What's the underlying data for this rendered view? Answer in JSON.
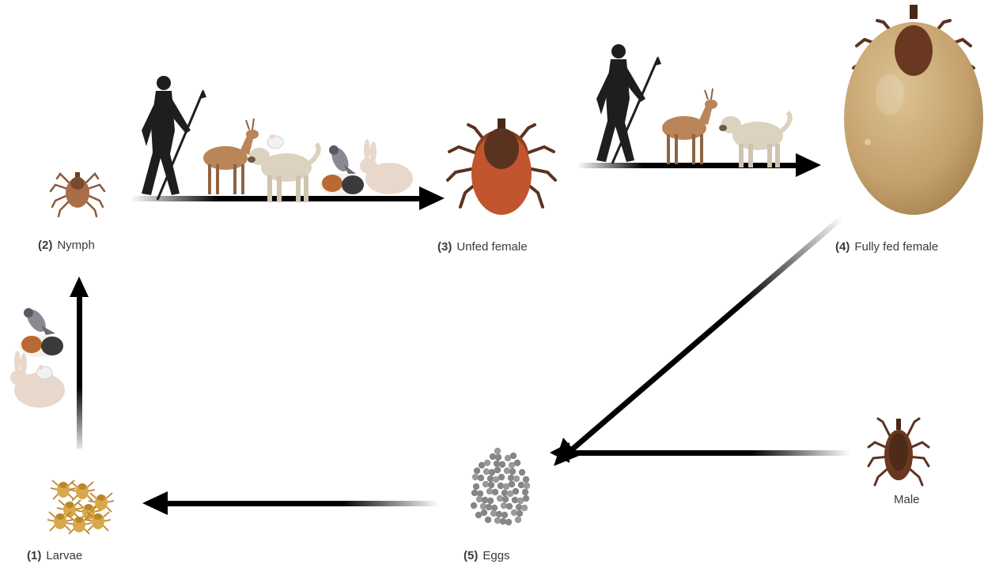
{
  "stages": [
    {
      "id": "larvae",
      "num": "(1)",
      "name": "Larvae"
    },
    {
      "id": "nymph",
      "num": "(2)",
      "name": "Nymph"
    },
    {
      "id": "unfed-female",
      "num": "(3)",
      "name": "Unfed female"
    },
    {
      "id": "fully-fed-female",
      "num": "(4)",
      "name": "Fully fed female"
    },
    {
      "id": "eggs",
      "num": "(5)",
      "name": "Eggs"
    }
  ],
  "male_label": "Male",
  "colors": {
    "arrow": "#000000",
    "tick_dark": "#5a3320",
    "tick_red": "#b8502e",
    "engorged": "#c8a877",
    "larva": "#d9a84a",
    "egg": "#8c8c8c"
  }
}
